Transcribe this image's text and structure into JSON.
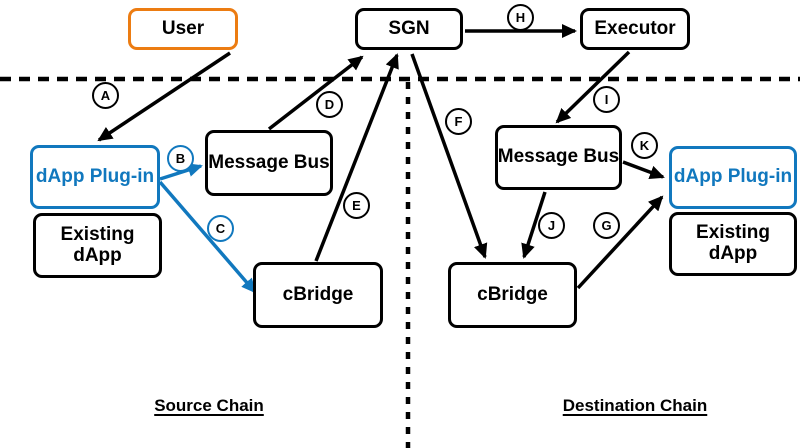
{
  "diagram": {
    "boxes": {
      "user": {
        "label": "User"
      },
      "sgn": {
        "label": "SGN"
      },
      "executor": {
        "label": "Executor"
      },
      "dapp_plugin_source": {
        "label": "dApp Plug-in"
      },
      "existing_dapp_source": {
        "label": "Existing dApp"
      },
      "message_bus_source": {
        "label": "Message Bus"
      },
      "cbridge_source": {
        "label": "cBridge"
      },
      "message_bus_destination": {
        "label": "Message Bus"
      },
      "cbridge_destination": {
        "label": "cBridge"
      },
      "dapp_plugin_destination": {
        "label": "dApp Plug-in"
      },
      "existing_dapp_destination": {
        "label": "Existing dApp"
      }
    },
    "steps": {
      "a": "A",
      "b": "B",
      "c": "C",
      "d": "D",
      "e": "E",
      "f": "F",
      "g": "G",
      "h": "H",
      "i": "I",
      "j": "J",
      "k": "K"
    },
    "regions": {
      "source": "Source Chain",
      "destination": "Destination Chain"
    },
    "connections": [
      {
        "step": "A",
        "from": "User",
        "to": "dApp Plug-in (source)",
        "color": "black"
      },
      {
        "step": "B",
        "from": "dApp Plug-in (source)",
        "to": "Message Bus (source)",
        "color": "blue"
      },
      {
        "step": "C",
        "from": "dApp Plug-in (source)",
        "to": "cBridge (source)",
        "color": "blue"
      },
      {
        "step": "D",
        "from": "Message Bus (source)",
        "to": "SGN",
        "color": "black"
      },
      {
        "step": "E",
        "from": "cBridge (source)",
        "to": "SGN",
        "color": "black"
      },
      {
        "step": "F",
        "from": "SGN",
        "to": "cBridge (destination)",
        "color": "black"
      },
      {
        "step": "G",
        "from": "cBridge (destination)",
        "to": "dApp Plug-in (destination)",
        "color": "black"
      },
      {
        "step": "H",
        "from": "SGN",
        "to": "Executor",
        "color": "black"
      },
      {
        "step": "I",
        "from": "Executor",
        "to": "Message Bus (destination)",
        "color": "black"
      },
      {
        "step": "J",
        "from": "Message Bus (destination)",
        "to": "cBridge (destination)",
        "color": "black"
      },
      {
        "step": "K",
        "from": "Message Bus (destination)",
        "to": "dApp Plug-in (destination)",
        "color": "black"
      }
    ],
    "colors": {
      "accent_blue": "#1178BE",
      "accent_orange": "#EC7C12",
      "line": "#000000",
      "background": "#FFFFFF"
    }
  }
}
